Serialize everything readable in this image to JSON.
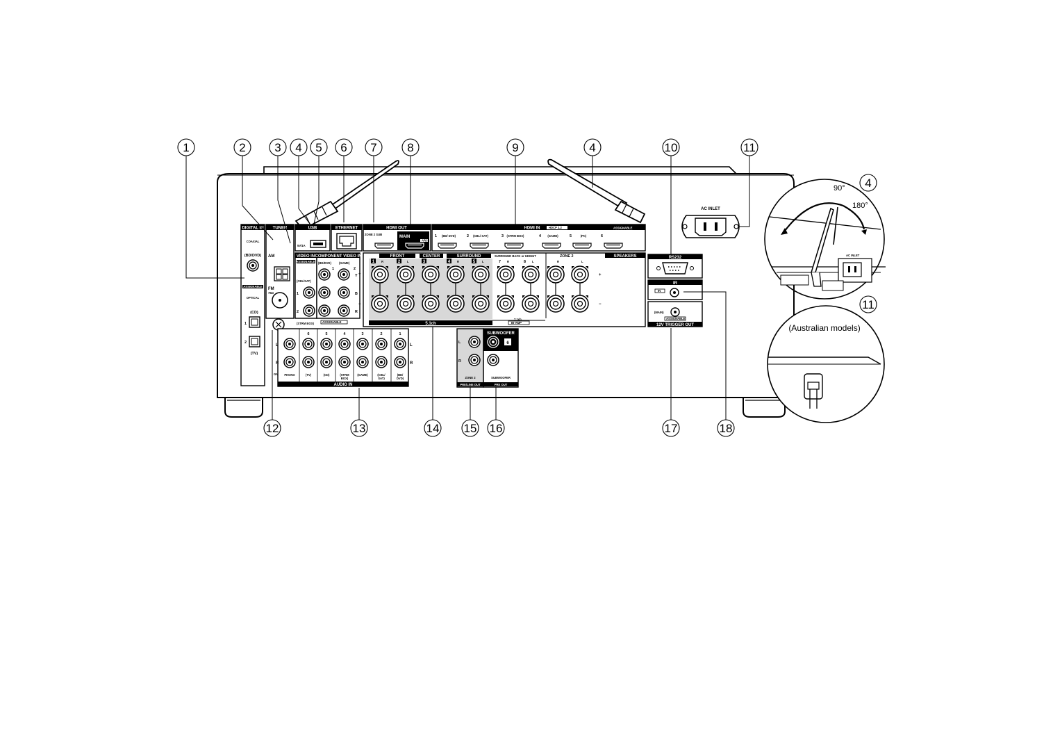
{
  "callouts": {
    "c1": "1",
    "c2": "2",
    "c3": "3",
    "c4a": "4",
    "c5": "5",
    "c6": "6",
    "c7": "7",
    "c8": "8",
    "c9": "9",
    "c4b": "4",
    "c10": "10",
    "c11a": "11",
    "c4c": "4",
    "c11b": "11",
    "c12": "12",
    "c13": "13",
    "c14": "14",
    "c15": "15",
    "c16": "16",
    "c17": "17",
    "c18": "18"
  },
  "panel": {
    "digital_in": "DIGITAL IN",
    "coaxial": "COAXIAL",
    "bd_dvd": "(BD/DVD)",
    "assignable": "ASSIGNABLE",
    "optical": "OPTICAL",
    "cd": "(CD)",
    "tv": "(TV)",
    "one": "1",
    "two": "2",
    "tuner": "TUNER",
    "am": "AM",
    "fm": "FM",
    "fm_ohm": "75Ω",
    "usb": "USB",
    "usb_rating": "5V/1A",
    "ethernet": "ETHERNET",
    "hdmi_out": "HDMI OUT",
    "zone2_sub": "ZONE 2\nSUB",
    "main": "MAIN",
    "arc": "ARC",
    "hdmi_in": "HDMI IN",
    "hdcp": "HDCP 2.2",
    "hdmi_assignable": "ASSIGNABLE",
    "hdmi_inputs": [
      {
        "num": "1",
        "name": "(BD/\nDVD)"
      },
      {
        "num": "2",
        "name": "(CBL/\nSAT)"
      },
      {
        "num": "3",
        "name": "(STRM\nBOX)"
      },
      {
        "num": "4",
        "name": "(GAME)"
      },
      {
        "num": "5",
        "name": "(PC)"
      },
      {
        "num": "6",
        "name": ""
      }
    ],
    "video_in": "VIDEO IN",
    "component": "COMPONENT VIDEO IN",
    "cbl_sat": "(CBL/SAT)",
    "strm_box": "(STRM BOX)",
    "game": "(GAME)",
    "y": "Y",
    "pb": "B",
    "pr": "R",
    "speakers": "SPEAKERS",
    "front": "FRONT",
    "center": "CENTER",
    "surround": "SURROUND",
    "surround_back": "SURROUND BACK or HEIGHT",
    "zone2": "ZONE 2",
    "r": "R",
    "l": "L",
    "plus": "+",
    "minus": "−",
    "ch51": "5.1ch",
    "ch71": "7.1ch",
    "biamp": "BI-AMP",
    "sp_nums": [
      "1",
      "2",
      "3",
      "4",
      "5",
      "7",
      "8"
    ],
    "gnd": "GND",
    "audio_in": "AUDIO IN",
    "audio_in_nums": [
      "6",
      "5",
      "4",
      "3",
      "2",
      "1"
    ],
    "audio_in_names": [
      "PHONO",
      "(TV)",
      "(CD)",
      "(STRM\nBOX)",
      "(GAME)",
      "(CBL/\nSAT)",
      "(BD/\nDVD)"
    ],
    "zone2_pre": "ZONE 2",
    "pre_line_out": "PRE/LINE OUT",
    "subwoofer": "SUBWOOFER",
    "sub_six": "6",
    "pre_out": "PRE OUT",
    "rs232": "RS232",
    "ir": "IR",
    "ir_in": "IN",
    "trig_main": "(MAIN)",
    "trig_assignable": "ASSIGNABLE",
    "trigger_out": "12V TRIGGER OUT",
    "ac_inlet": "AC INLET"
  },
  "inset": {
    "deg90": "90°",
    "deg180": "180°",
    "ac_inlet": "AC INLET",
    "australian": "(Australian models)"
  }
}
